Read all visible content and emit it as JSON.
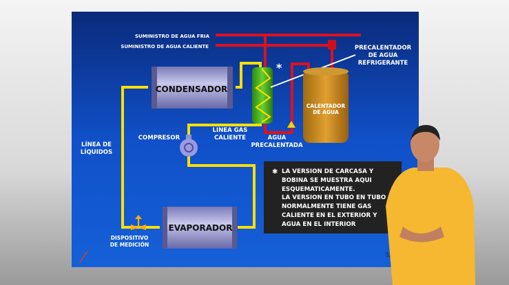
{
  "slide": {
    "cold_supply": "SUMINISTRO DE AGUA FRIA",
    "hot_supply": "SUMINISTRO DE AGUA CALIENTE",
    "preheater": [
      "PRECALENTADOR",
      "DE AGUA",
      "REFRIGERANTE"
    ],
    "asterisk": "*",
    "condenser": "CONDENSADOR",
    "heater": [
      "CALENTADOR",
      "DE AGUA"
    ],
    "hot_gas_line": [
      "LINEA GAS",
      "CALIENTE"
    ],
    "preheated_water": [
      "AGUA",
      "PRECALENTADA"
    ],
    "compressor": "COMPRESOR",
    "liquid_line": [
      "LÍNEA DE",
      "LÍQUIDOS"
    ],
    "evaporator": "EVAPORADOR",
    "metering": [
      "DISPOSITIVO",
      "DE MEDICIÓN"
    ],
    "note_star": "✱",
    "note": [
      "LA VERSION DE CARCASA Y",
      "BOBINA SE MUESTRA AQUI",
      "ESQUEMATICAMENTE.",
      "LA VERSION EN TUBO EN TUBO",
      "NORMALMENTE TIENE GAS",
      "CALIENTE EN EL EXTERIOR Y",
      "AGUA EN EL INTERIOR"
    ],
    "page_number": "52"
  },
  "colors": {
    "slide_bg": "#0f4fc0",
    "pipe_red": "#e0101c",
    "pipe_yellow": "#ffe000",
    "shirt": "#f5b830"
  }
}
